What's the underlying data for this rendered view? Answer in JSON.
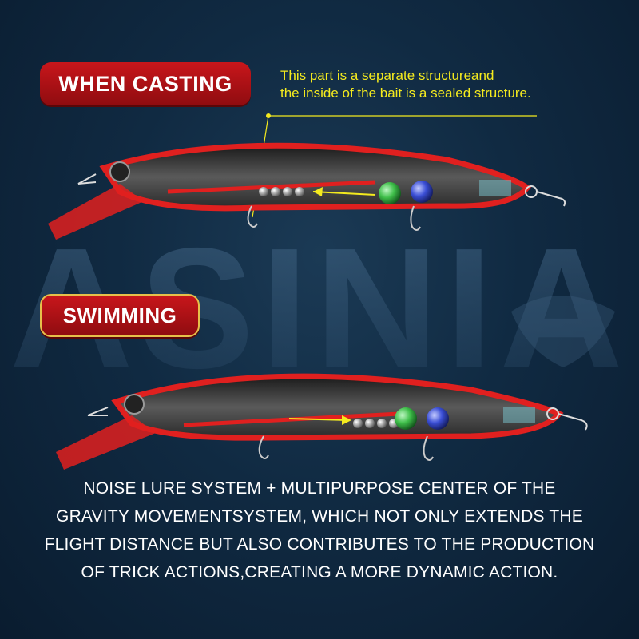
{
  "brand": {
    "watermark_text": "ASINIA"
  },
  "labels": {
    "casting": "WHEN CASTING",
    "swimming": "SWIMMING"
  },
  "annotation": {
    "line1": "This part is a separate structureand",
    "line2": "the inside of the bait is a sealed structure."
  },
  "description": {
    "lines": [
      "NOISE LURE SYSTEM + MULTIPURPOSE CENTER OF THE",
      "GRAVITY MOVEMENTSYSTEM, WHICH NOT ONLY EXTENDS THE",
      "FLIGHT DISTANCE BUT ALSO CONTRIBUTES TO THE PRODUCTION",
      "OF TRICK ACTIONS,CREATING A MORE DYNAMIC ACTION."
    ]
  },
  "colors": {
    "label_red": "#c8161b",
    "annotation_yellow": "#f4ea1e",
    "lure_red": "#e0201f",
    "ball_green": "#3fbf4a",
    "ball_blue": "#3b4fd6"
  },
  "icons": {
    "lure": "fishing-lure-icon",
    "arrow": "arrow-icon"
  }
}
